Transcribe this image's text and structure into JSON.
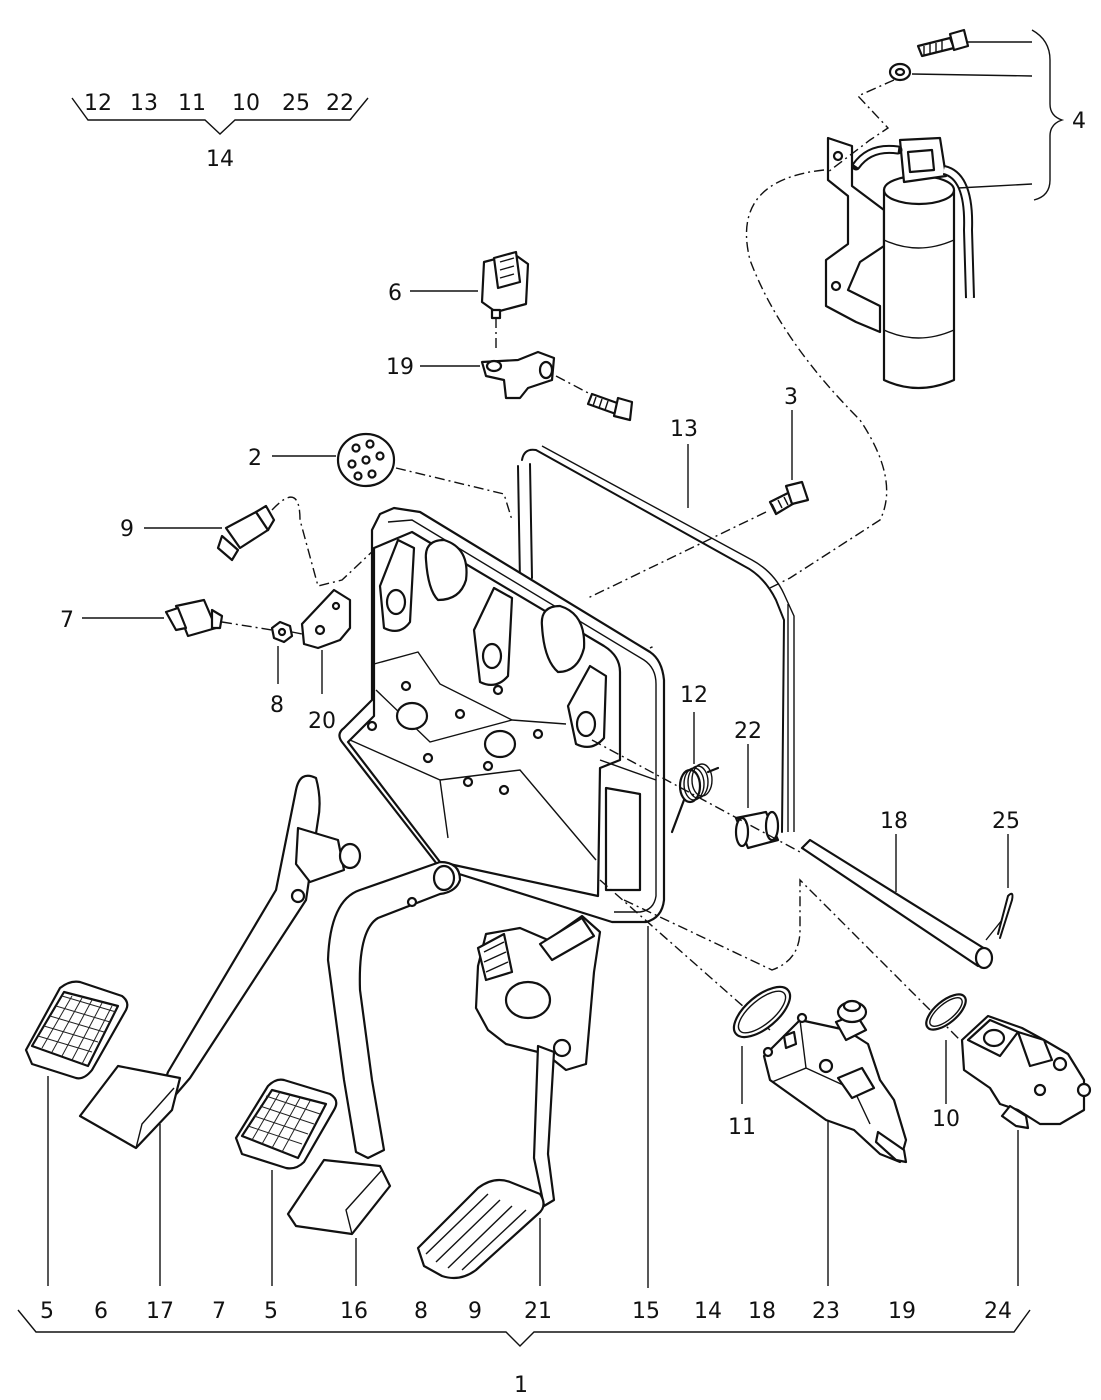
{
  "callouts": {
    "c2": "2",
    "c3": "3",
    "c4": "4",
    "c6": "6",
    "c7": "7",
    "c8": "8",
    "c9": "9",
    "c10": "10",
    "c11": "11",
    "c12": "12",
    "c13": "13",
    "c14": "14",
    "c18": "18",
    "c19": "19",
    "c20": "20",
    "c22": "22",
    "c23": "23",
    "c24": "24",
    "c25": "25",
    "c5a": "5",
    "c5b": "5",
    "c16": "16",
    "c17": "17",
    "c21": "21",
    "c15": "15"
  },
  "top_group": {
    "items": [
      "12",
      "13",
      "11",
      "10",
      "25",
      "22"
    ],
    "label": "14"
  },
  "bottom_group": {
    "items": [
      "5",
      "6",
      "17",
      "7",
      "5",
      "16",
      "8",
      "9",
      "21",
      "15",
      "14",
      "18",
      "23",
      "19",
      "24"
    ],
    "label": "1"
  }
}
